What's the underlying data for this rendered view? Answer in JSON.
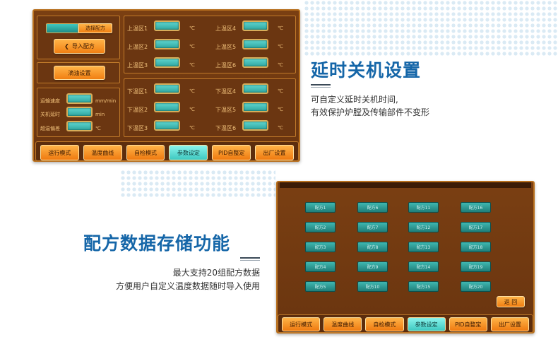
{
  "panel1": {
    "select_recipe": "选择配方",
    "import_recipe": "导入配方",
    "oil_setting": "滴油设置",
    "upper_zones": [
      {
        "label": "上温区1",
        "unit": "℃"
      },
      {
        "label": "上温区2",
        "unit": "℃"
      },
      {
        "label": "上温区3",
        "unit": "℃"
      },
      {
        "label": "上温区4",
        "unit": "℃"
      },
      {
        "label": "上温区5",
        "unit": "℃"
      },
      {
        "label": "上温区6",
        "unit": "℃"
      }
    ],
    "lower_zones": [
      {
        "label": "下温区1",
        "unit": "℃"
      },
      {
        "label": "下温区2",
        "unit": "℃"
      },
      {
        "label": "下温区3",
        "unit": "℃"
      },
      {
        "label": "下温区4",
        "unit": "℃"
      },
      {
        "label": "下温区5",
        "unit": "℃"
      },
      {
        "label": "下温区6",
        "unit": "℃"
      }
    ],
    "params": [
      {
        "label": "运输速度",
        "unit": "mm/min"
      },
      {
        "label": "关机延时",
        "unit": "min"
      },
      {
        "label": "超温偏差",
        "unit": "℃"
      }
    ]
  },
  "tabs": [
    "运行模式",
    "温度曲线",
    "自检模式",
    "参数设定",
    "PID自整定",
    "出厂设置"
  ],
  "active_tab": "参数设定",
  "panel2": {
    "recipes": [
      "配方1",
      "配方2",
      "配方3",
      "配方4",
      "配方5",
      "配方6",
      "配方7",
      "配方8",
      "配方9",
      "配方10",
      "配方11",
      "配方12",
      "配方13",
      "配方14",
      "配方15",
      "配方16",
      "配方17",
      "配方18",
      "配方19",
      "配方20"
    ],
    "back": "返 回"
  },
  "section1": {
    "title": "延时关机设置",
    "line1": "可自定义延时关机时间,",
    "line2": "有效保护炉膛及传输部件不变形"
  },
  "section2": {
    "title": "配方数据存储功能",
    "line1": "最大支持20组配方数据",
    "line2": "方便用户自定义温度数据随时导入使用"
  },
  "colors": {
    "accent": "#1566a8",
    "panel": "#6b3611",
    "button": "#f17f12",
    "teal": "#3cc4bd"
  }
}
